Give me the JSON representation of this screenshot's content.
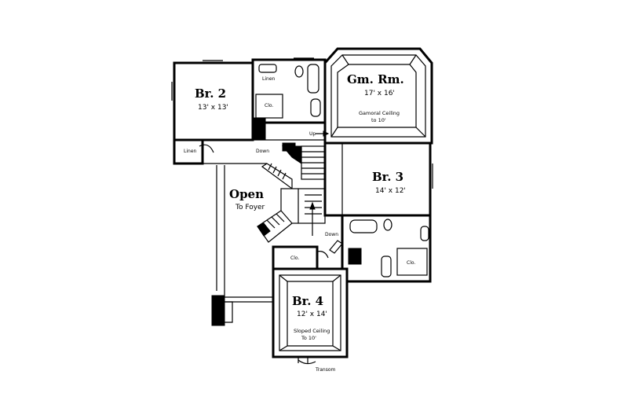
{
  "rooms": {
    "br2": {
      "name": "Br. 2",
      "dims": "13' x 13'"
    },
    "gm": {
      "name": "Gm. Rm.",
      "dims": "17' x 16'",
      "note1": "Gamoral Ceiling",
      "note2": "to 10'"
    },
    "br3": {
      "name": "Br. 3",
      "dims": "14' x 12'"
    },
    "br4": {
      "name": "Br. 4",
      "dims": "12' x 14'",
      "note1": "Sloped Ceiling",
      "note2": "To 10'"
    },
    "open": {
      "name": "Open",
      "sub": "To Foyer"
    }
  },
  "labels": {
    "linen_top": "Linen",
    "linen_left": "Linen",
    "clo_br2": "Clo.",
    "clo_br4": "Clo.",
    "clo_br3": "Clo.",
    "up": "Up",
    "down_top": "Down",
    "down_mid": "Down",
    "transom": "Transom"
  },
  "icons": [
    "up-arrow-icon"
  ]
}
